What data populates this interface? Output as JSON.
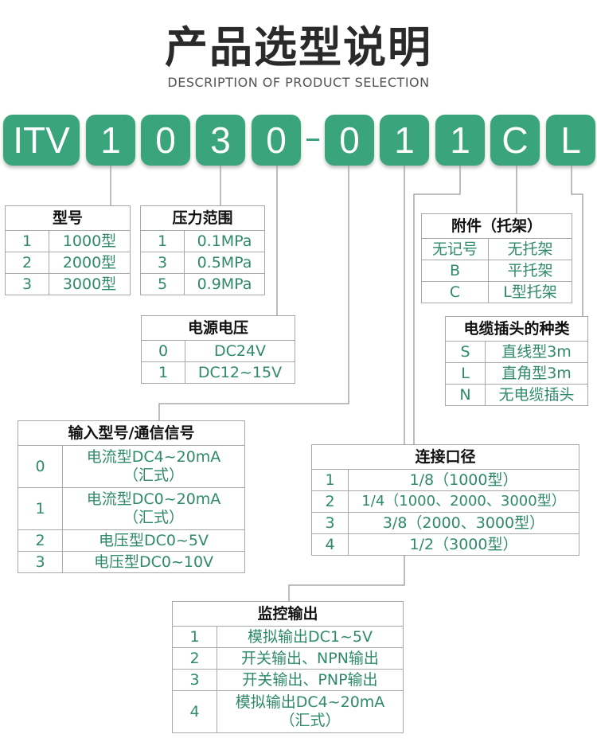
{
  "header": {
    "title": "产品选型说明",
    "subtitle": "DESCRIPTION OF PRODUCT SELECTION"
  },
  "code": [
    "ITV",
    "1",
    "0",
    "3",
    "0",
    "0",
    "1",
    "1",
    "C",
    "L"
  ],
  "colors": {
    "accent": "#3aa57c",
    "value_text": "#2e8a69",
    "border": "#a8a8a8"
  },
  "tables": {
    "model": {
      "title": "型号",
      "rows": [
        [
          "1",
          "1000型"
        ],
        [
          "2",
          "2000型"
        ],
        [
          "3",
          "3000型"
        ]
      ]
    },
    "pressure": {
      "title": "压力范围",
      "rows": [
        [
          "1",
          "0.1MPa"
        ],
        [
          "3",
          "0.5MPa"
        ],
        [
          "5",
          "0.9MPa"
        ]
      ]
    },
    "power": {
      "title": "电源电压",
      "rows": [
        [
          "0",
          "DC24V"
        ],
        [
          "1",
          "DC12~15V"
        ]
      ]
    },
    "input": {
      "title": "输入型号/通信信号",
      "rows": [
        [
          "0",
          "电流型DC4~20mA\n（汇式）"
        ],
        [
          "1",
          "电流型DC0~20mA\n（汇式）"
        ],
        [
          "2",
          "电压型DC0~5V"
        ],
        [
          "3",
          "电压型DC0~10V"
        ]
      ]
    },
    "monitor": {
      "title": "监控输出",
      "rows": [
        [
          "1",
          "模拟输出DC1~5V"
        ],
        [
          "2",
          "开关输出、NPN输出"
        ],
        [
          "3",
          "开关输出、PNP输出"
        ],
        [
          "4",
          "模拟输出DC4~20mA\n（汇式）"
        ]
      ]
    },
    "port": {
      "title": "连接口径",
      "rows": [
        [
          "1",
          "1/8（1000型）"
        ],
        [
          "2",
          "1/4（1000、2000、3000型）"
        ],
        [
          "3",
          "3/8（2000、3000型）"
        ],
        [
          "4",
          "1/2（3000型）"
        ]
      ]
    },
    "bracket": {
      "title": "附件（托架）",
      "rows": [
        [
          "无记号",
          "无托架"
        ],
        [
          "B",
          "平托架"
        ],
        [
          "C",
          "L型托架"
        ]
      ]
    },
    "cable": {
      "title": "电缆插头的种类",
      "rows": [
        [
          "S",
          "直线型3m"
        ],
        [
          "L",
          "直角型3m"
        ],
        [
          "N",
          "无电缆插头"
        ]
      ]
    }
  }
}
